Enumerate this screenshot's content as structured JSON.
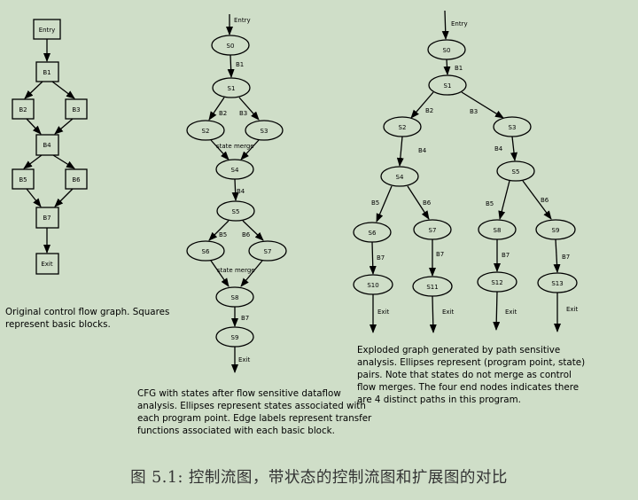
{
  "cfg": {
    "entry": "Entry",
    "b1": "B1",
    "b2": "B2",
    "b3": "B3",
    "b4": "B4",
    "b5": "B5",
    "b6": "B6",
    "b7": "B7",
    "exit": "Exit",
    "caption": "Original control flow graph. Squares represent basic blocks."
  },
  "states": {
    "entry": "Entry",
    "s0": "S0",
    "s1": "S1",
    "s2": "S2",
    "s3": "S3",
    "s4": "S4",
    "s5": "S5",
    "s6": "S6",
    "s7": "S7",
    "s8": "S8",
    "s9": "S9",
    "exit": "Exit",
    "e_b1": "B1",
    "e_b2": "B2",
    "e_b3": "B3",
    "e_b4": "B4",
    "e_b5": "B5",
    "e_b6": "B6",
    "e_b7": "B7",
    "merge1": "state merge",
    "merge2": "state merge",
    "caption": "CFG with states after flow sensitive dataflow analysis. Ellipses represent states associated with each program point. Edge labels represent transfer functions associated with each basic block."
  },
  "exploded": {
    "entry": "Entry",
    "s0": "S0",
    "s1": "S1",
    "s2": "S2",
    "s3": "S3",
    "s4": "S4",
    "s5": "S5",
    "s6": "S6",
    "s7": "S7",
    "s8": "S8",
    "s9": "S9",
    "s10": "S10",
    "s11": "S11",
    "s12": "S12",
    "s13": "S13",
    "e_b1": "B1",
    "e_b2": "B2",
    "e_b3": "B3",
    "e_b4a": "B4",
    "e_b4b": "B4",
    "e_b5a": "B5",
    "e_b6a": "B6",
    "e_b5b": "B5",
    "e_b6b": "B6",
    "e_b7a": "B7",
    "e_b7b": "B7",
    "e_b7c": "B7",
    "e_b7d": "B7",
    "exit1": "Exit",
    "exit2": "Exit",
    "exit3": "Exit",
    "exit4": "Exit",
    "caption": "Exploded graph generated by path sensitive analysis. Ellipses represent (program point, state) pairs. Note that states do not merge as control flow merges. The four end nodes indicates there are 4 distinct paths in this program."
  },
  "figure_caption": "图 5.1: 控制流图，带状态的控制流图和扩展图的对比"
}
